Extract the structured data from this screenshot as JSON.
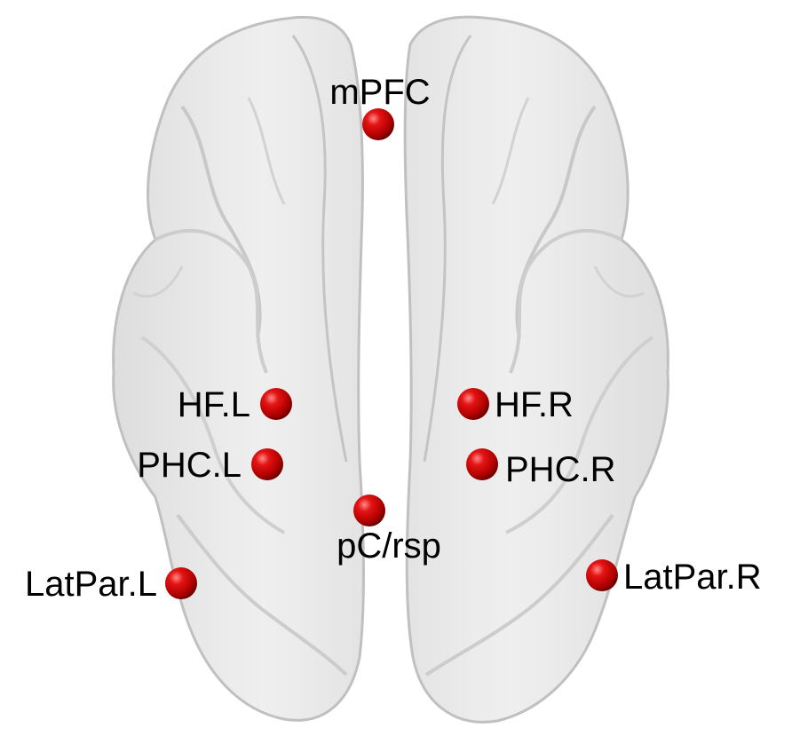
{
  "colors": {
    "background": "#ffffff",
    "brain_fill": "#ececec",
    "brain_stroke": "#b9b9b9",
    "node_color": "#d10a0a",
    "label_color": "#000000"
  },
  "brain": {
    "view": "axial (top-down) glass brain",
    "hemispheres": [
      "left-hemisphere",
      "right-hemisphere"
    ]
  },
  "nodes": [
    {
      "id": "mPFC",
      "label": "mPFC"
    },
    {
      "id": "HF.L",
      "label": "HF.L"
    },
    {
      "id": "HF.R",
      "label": "HF.R"
    },
    {
      "id": "PHC.L",
      "label": "PHC.L"
    },
    {
      "id": "PHC.R",
      "label": "PHC.R"
    },
    {
      "id": "pC/rsp",
      "label": "pC/rsp"
    },
    {
      "id": "LatPar.L",
      "label": "LatPar.L"
    },
    {
      "id": "LatPar.R",
      "label": "LatPar.R"
    }
  ]
}
